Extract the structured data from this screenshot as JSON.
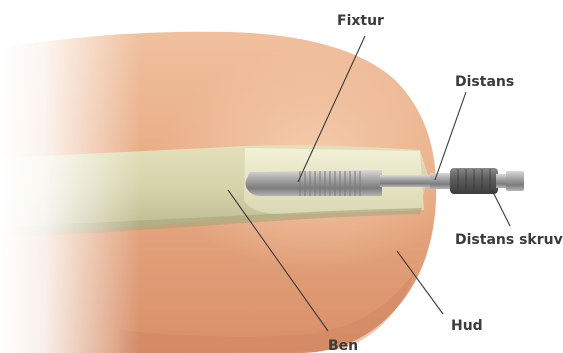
{
  "labels": {
    "fixtur": "Fixtur",
    "distans": "Distans",
    "distans_skruv": "Distans skruv",
    "hud": "Hud",
    "ben": "Ben"
  },
  "colors": {
    "skin": "#e7ac86",
    "skin_light": "#f2c6a6",
    "skin_shadow": "#d48d67",
    "bone": "#d4d1a6",
    "bone_light": "#e9e6c4",
    "metal": "#9a9a9a",
    "label_text": "#3b3b3b",
    "leader_line": "#3a3a3a"
  }
}
